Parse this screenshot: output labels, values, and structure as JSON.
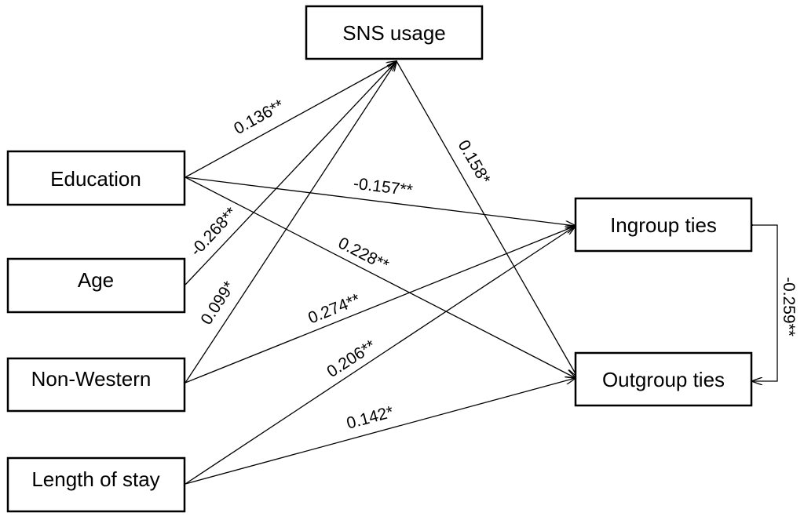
{
  "nodes": {
    "sns": "SNS usage",
    "education": "Education",
    "age": "Age",
    "nonwestern": "Non-Western",
    "stay": "Length of stay",
    "ingroup": "Ingroup ties",
    "outgroup": "Outgroup ties"
  },
  "edges": {
    "edu_sns": "0.136**",
    "edu_ingroup": "-0.157**",
    "edu_outgroup": "0.228**",
    "age_sns": "-0.268**",
    "nonwestern_sns": "0.099*",
    "nonwestern_ingroup": "0.274**",
    "stay_ingroup": "0.206**",
    "stay_outgroup": "0.142*",
    "sns_outgroup": "0.158*",
    "ingroup_outgroup": "-0.259**"
  }
}
